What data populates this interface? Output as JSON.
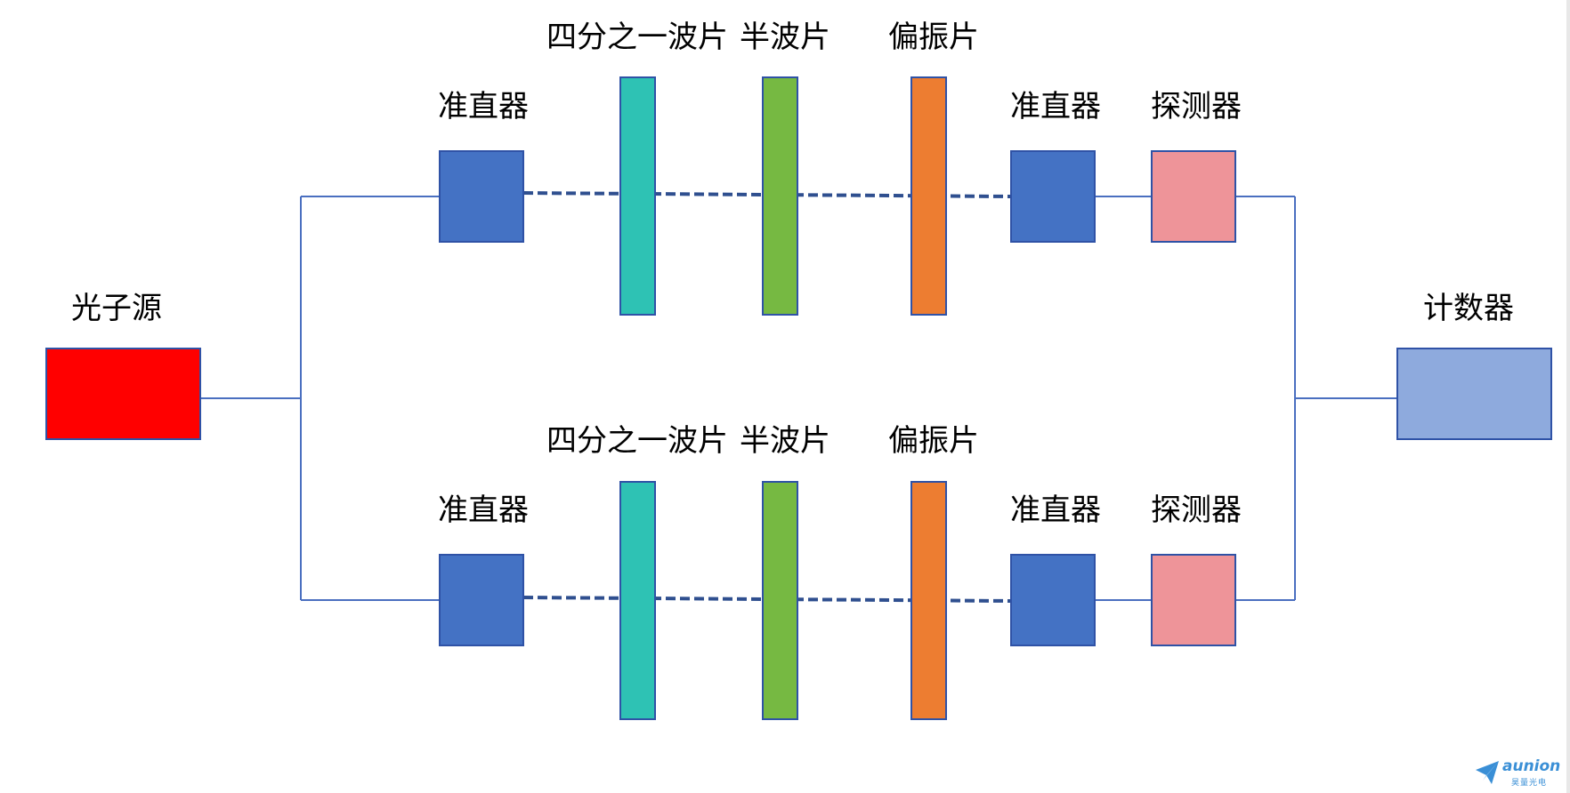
{
  "labels": {
    "source": "光子源",
    "counter": "计数器",
    "top": {
      "collimator_in": "准直器",
      "qwp": "四分之一波片",
      "hwp": "半波片",
      "polarizer": "偏振片",
      "collimator_out": "准直器",
      "detector": "探测器"
    },
    "bottom": {
      "collimator_in": "准直器",
      "qwp": "四分之一波片",
      "hwp": "半波片",
      "polarizer": "偏振片",
      "collimator_out": "准直器",
      "detector": "探测器"
    }
  },
  "colors": {
    "source": "#ff0000",
    "collimator": "#4472c4",
    "qwp": "#2ec2b4",
    "hwp": "#76b942",
    "polarizer": "#ed7d31",
    "detector": "#ee9499",
    "counter": "#8eaadd",
    "line": "#4a6fc0",
    "beam": "#2f4f8f",
    "border": "#2f52a6"
  },
  "logo": {
    "name": "aunion",
    "subtitle": "昊量光电",
    "icon": "paper-plane-icon"
  }
}
